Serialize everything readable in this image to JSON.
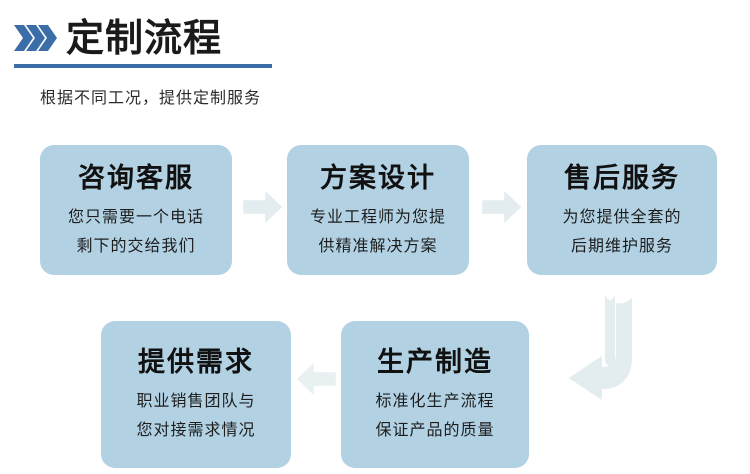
{
  "header": {
    "chevron_icon": "triple-chevron-right",
    "title": "定制流程",
    "subtitle": "根据不同工况，提供定制服务",
    "accent_color": "#3b6ea8",
    "underline_color": "#3b6ea8"
  },
  "theme": {
    "box_fill": "#b2d2e4",
    "arrow_fill": "#e3ecef",
    "arrow_stroke": "#dbe7ec",
    "title_text": "#111111",
    "body_text": "#1d1d1d",
    "background": "#ffffff"
  },
  "flow": {
    "steps": [
      {
        "id": "consult",
        "title": "咨询客服",
        "lines": [
          "您只需要一个电话",
          "剩下的交给我们"
        ]
      },
      {
        "id": "design",
        "title": "方案设计",
        "lines": [
          "专业工程师为您提",
          "供精准解决方案"
        ]
      },
      {
        "id": "aftersales",
        "title": "售后服务",
        "lines": [
          "为您提供全套的",
          "后期维护服务"
        ]
      },
      {
        "id": "demand",
        "title": "提供需求",
        "lines": [
          "职业销售团队与",
          "您对接需求情况"
        ]
      },
      {
        "id": "produce",
        "title": "生产制造",
        "lines": [
          "标准化生产流程",
          "保证产品的质量"
        ]
      }
    ],
    "connectors": [
      {
        "id": "arrow-1",
        "icon": "arrow-right-icon",
        "direction": "right"
      },
      {
        "id": "arrow-2",
        "icon": "arrow-right-icon",
        "direction": "right"
      },
      {
        "id": "arrow-3",
        "icon": "arrow-left-icon",
        "direction": "left"
      },
      {
        "id": "arrow-curve",
        "icon": "arrow-curved-down-left-icon",
        "direction": "down-left"
      }
    ]
  }
}
